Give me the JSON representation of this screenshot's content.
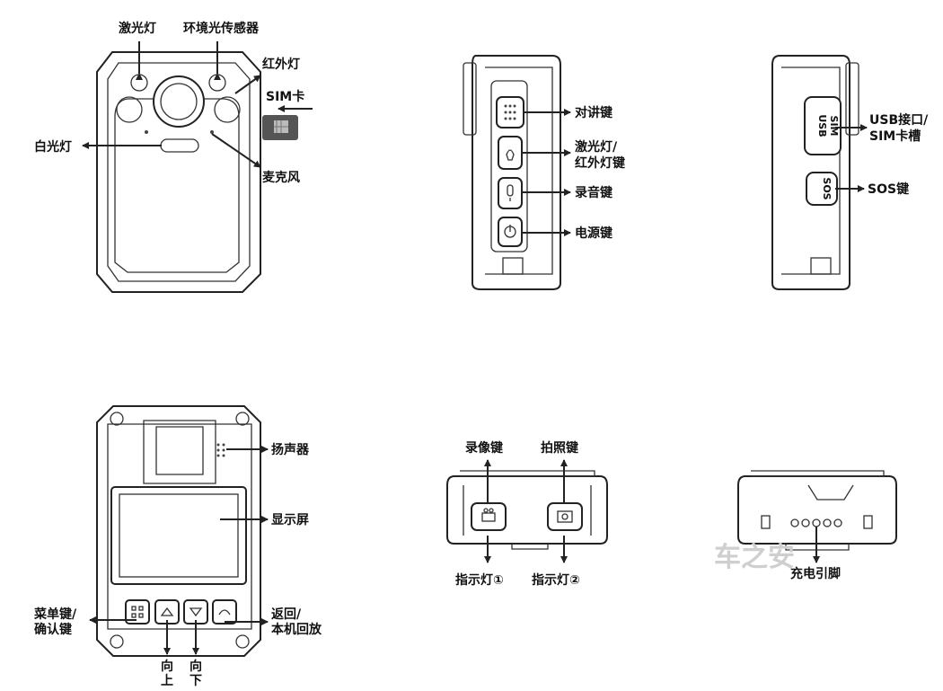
{
  "colors": {
    "line": "#222222",
    "watermark": "#cfcfcf",
    "background": "#ffffff"
  },
  "front_view": {
    "laser_light": "激光灯",
    "ambient_light_sensor": "环境光传感器",
    "infrared_light": "红外灯",
    "sim_card": "SIM卡",
    "white_light": "白光灯",
    "microphone": "麦克风"
  },
  "left_side_view": {
    "talk_key": "对讲键",
    "laser_ir_key_line1": "激光灯/",
    "laser_ir_key_line2": "红外灯键",
    "record_audio_key": "录音键",
    "power_key": "电源键"
  },
  "right_side_view": {
    "usb_sim_line1": "USB接口/",
    "usb_sim_line2": "SIM卡槽",
    "sos_key": "SOS键",
    "port_text_usb": "USB",
    "port_text_sim": "SIM",
    "sos_button_text": "SOS"
  },
  "back_view": {
    "speaker": "扬声器",
    "screen": "显示屏",
    "menu_confirm_line1": "菜单键/",
    "menu_confirm_line2": "确认键",
    "back_playback_line1": "返回/",
    "back_playback_line2": "本机回放",
    "up_line1": "向",
    "up_line2": "上",
    "down_line1": "向",
    "down_line2": "下"
  },
  "top_view": {
    "record_video_key": "录像键",
    "photo_key": "拍照键",
    "indicator_1": "指示灯①",
    "indicator_2": "指示灯②"
  },
  "bottom_view": {
    "charging_pins": "充电引脚"
  },
  "watermark": "车之安"
}
